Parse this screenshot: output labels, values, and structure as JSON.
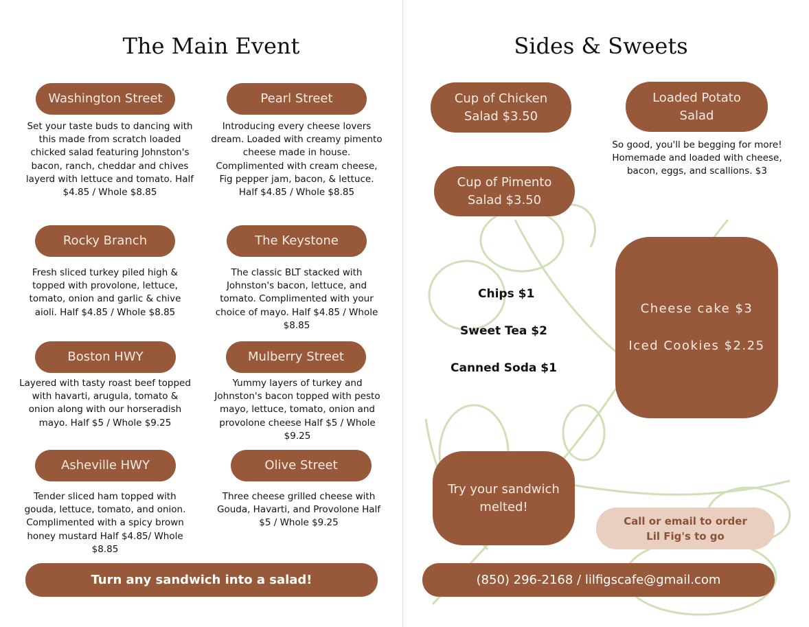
{
  "left": {
    "title": "The Main Event",
    "items": [
      {
        "name": "Washington Street",
        "desc": "Set your taste buds to dancing with this made from scratch loaded chicked salad featuring Johnston's bacon, ranch, cheddar and chives layerd with lettuce and tomato. Half $4.85 / Whole $8.85"
      },
      {
        "name": "Pearl Street",
        "desc": "Introducing every cheese lovers dream. Loaded with creamy pimento cheese made in house. Complimented with cream cheese, Fig pepper jam, bacon, & lettuce. Half $4.85 / Whole $8.85"
      },
      {
        "name": "Rocky Branch",
        "desc": "Fresh sliced turkey piled high & topped with provolone, lettuce, tomato, onion and garlic & chive aioli. Half $4.85 / Whole $8.85"
      },
      {
        "name": "The Keystone",
        "desc": "The classic BLT stacked with Johnston's bacon, lettuce, and tomato. Complimented with your choice of mayo. Half $4.85 / Whole $8.85"
      },
      {
        "name": "Boston HWY",
        "desc": "Layered with tasty roast beef topped with havarti, arugula, tomato & onion along with our horseradish mayo.  Half $5 / Whole $9.25"
      },
      {
        "name": "Mulberry Street",
        "desc": "Yummy layers of turkey and Johnston's bacon topped with pesto mayo, lettuce, tomato, onion and provolone cheese Half $5 / Whole $9.25"
      },
      {
        "name": "Asheville HWY",
        "desc": "Tender sliced ham topped with gouda, lettuce, tomato, and onion. Complimented with a spicy brown honey mustard Half $4.85/ Whole $8.85"
      },
      {
        "name": "Olive Street",
        "desc": "Three cheese grilled cheese with Gouda, Havarti, and Provolone Half $5 / Whole $9.25"
      }
    ],
    "salad_banner": "Turn any sandwich into a salad!"
  },
  "right": {
    "title": "Sides & Sweets",
    "chicken": "Cup of Chicken Salad  $3.50",
    "pimento": "Cup of Pimento Salad  $3.50",
    "potato": "Loaded Potato Salad",
    "potato_desc": "So good, you'll be begging for more! Homemade and loaded with cheese, bacon, eggs, and scallions. $3",
    "chips": "Chips $1",
    "tea": "Sweet Tea  $2",
    "soda": "Canned Soda  $1",
    "cheesecake": "Cheese cake $3",
    "cookies": "Iced Cookies $2.25",
    "melted": "Try your sandwich melted!",
    "order": "Call or email to order Lil Fig's to go",
    "contact": "(850) 296-2168  /  lilfigscafe@gmail.com"
  },
  "colors": {
    "brown": "#97593a",
    "pink": "#e8cfc0",
    "leaf": "#c9dcb0"
  }
}
